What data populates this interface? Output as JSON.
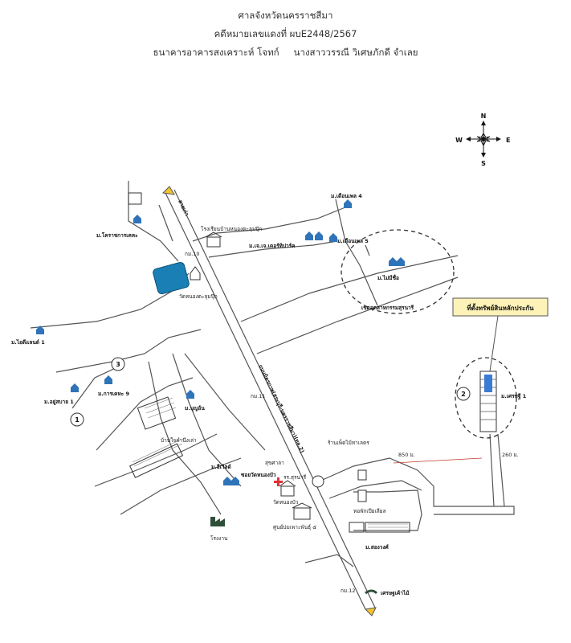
{
  "header": {
    "court": "ศาลจังหวัดนครราชสีมา",
    "case_no": "คดีหมายเลขแดงที่ ผบE2448/2567",
    "plaintiff": "ธนาคารอาคารสงเคราะห์ โจทก์",
    "defendant": "นางสาววรรณี วิเศษภักดี จำเลย"
  },
  "compass": {
    "n": "N",
    "s": "S",
    "e": "E",
    "w": "W"
  },
  "callout": "ที่ตั้งทรัพย์สินหลักประกัน",
  "labels": {
    "school": "โรงเรียนบ้านหนองตะลุมปุ๊ก",
    "temple": "วัดหนองตะลุมปุ๊ก",
    "korat_mansion": "ม.โคราชการเคหะ",
    "km10": "กม.10",
    "moobaan4": "ม.เดือนเพล 4",
    "moobaan5": "ม.เดือนเพล 5",
    "jj": "ม.เจ.เจ.เดอร์ทิปาร์ค",
    "no_name": "ม.ไม่มีชื่อ",
    "industrial": "เขตอุตสาหกรรมสุรนารี",
    "ideal": "ม.ไอดีแลนด์ 1",
    "yusabai": "ม.อยู่สบาย 1",
    "karnkeha": "ม.การเคหะ 9",
    "boon": "ม.บุญอ้น",
    "banjai": "บ้านใจคำนึงเล่า",
    "km11": "กม.11",
    "km12": "กม.12",
    "aim": "ม.อีเวิลด์",
    "road_name": "ถนนมิตรภาพ(สระบุรี-นครราชสีมา)(ทล.2)",
    "soi_temple": "ซอยวัดหนองบัว",
    "wat_nongbua": "วัดหนองบัว",
    "school2": "รร.สุรนารี",
    "hospital": "สุขศาลา",
    "factory": "โรงงาน",
    "center": "ศูนย์บ่มเพาะพันธุ์ ๕",
    "shop": "ร้านเพ็ดไม้ทาเลตร",
    "dorm": "หอพักเปียเลียล",
    "songwong": "ม.สองวงศ์",
    "dist850": "850 ม.",
    "dist260": "260 ม.",
    "setthi": "ม.เศรษฐี 1",
    "tire": "เศรษฐเค้าไม้",
    "n1": "1",
    "n2": "2",
    "n3": "3",
    "road_label_top": "สายเก่า"
  }
}
